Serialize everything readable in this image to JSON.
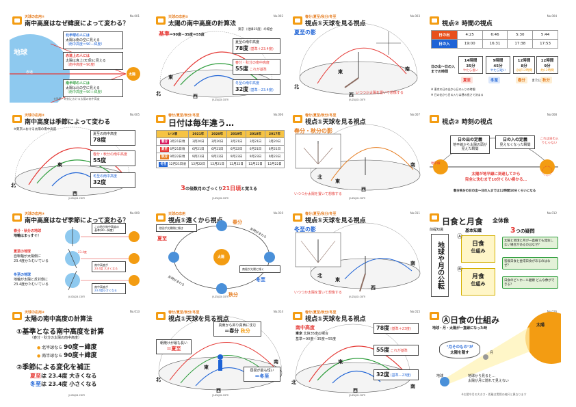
{
  "cards": {
    "c1": {
      "kicker": "天球の応用①",
      "title": "南中高度はなぜ緯度によって変わる？",
      "num": "No.001",
      "foot": "※季節・時刻における太陽の南中高度",
      "earth": "地球",
      "equator": "赤道",
      "sun": "太陽",
      "north": "北半球の人には",
      "north2": "太陽は南の空に見える",
      "north3": "（南中高度＝90－緯度）",
      "eq": "赤道上の人には",
      "eq2": "太陽は真上(天頂)に見える",
      "eq3": "（南中高度＝90度）",
      "south": "南半球の人には",
      "south2": "太陽は北の空に見える",
      "south3": "（南中高度＝90＋緯度）"
    },
    "c2": {
      "kicker": "天球の応用②",
      "title": "太陽の南中高度の計算法",
      "num": "No.002",
      "foot": "yuzupa.com",
      "base": "基準",
      "formula": "＝90度－35度＝55度",
      "loc": "東京（北緯35度）の場合",
      "summer": "夏至の南中高度",
      "summer_v": "78度",
      "summer_n": "(基準＋23.4度)",
      "eqx": "春分・秋分の南中高度",
      "eqx_v": "55度",
      "eqx_n": "これが基準",
      "winter": "冬至の南中高度",
      "winter_v": "32度",
      "winter_n": "(基準－23.4度)",
      "e": "東",
      "w": "西",
      "n": "北"
    },
    "c3": {
      "kicker": "春分/夏至/秋分/冬至",
      "title": "視点①天球を見る視点",
      "num": "No.003",
      "foot": "yuzupa.com",
      "sub": "夏至の影",
      "note": "いつつか太陽を置いて想像する",
      "e": "東",
      "s": "南",
      "n": "北",
      "w": "西"
    },
    "c4": {
      "title": "視点② 時間の視点",
      "num": "No.004",
      "rows": [
        {
          "label": "日の出",
          "vals": [
            "4:25",
            "6:46",
            "5:30",
            "5:44"
          ]
        },
        {
          "label": "日の入",
          "vals": [
            "19:00",
            "16:31",
            "17:38",
            "17:53"
          ]
        }
      ],
      "caption": "日の出～日の入までの時間",
      "cols": [
        {
          "h": "14時間",
          "m": "35分",
          "tag": "やたら長い",
          "name": "夏至"
        },
        {
          "h": "9時間",
          "m": "45分",
          "tag": "やたら短い",
          "name": "冬至"
        },
        {
          "h": "12時間",
          "m": "8分",
          "tag": "ほぼ12時間",
          "name": "春分"
        },
        {
          "h": "12時間",
          "m": "9分",
          "tag": "約12時間",
          "name": "秋分"
        }
      ],
      "note1": "※ 東京の日の出から日の入りの時間",
      "note2": "※ 日の出から日の入りは昼の長さで決まる",
      "join": "または"
    },
    "c5": {
      "kicker": "天球の応用②",
      "title": "南中高度は季節によって変わる",
      "num": "No.005",
      "foot": "yuzupa.com",
      "sub": "※東京における太陽の南中高度",
      "summer": "夏至の南中高度",
      "summer_v": "78度",
      "eqx": "春分・秋分の南中高度",
      "eqx_v": "55度",
      "winter": "冬至の南中高度",
      "winter_v": "32度",
      "e": "東",
      "w": "西",
      "n": "北"
    },
    "c6": {
      "kicker": "春分/夏至/秋分/冬至",
      "title": "日付は毎年違う…",
      "num": "No.006",
      "foot": "yuzupa.com",
      "head": [
        "いつ頃",
        "2021年",
        "2020年",
        "2019年",
        "2018年",
        "2017年"
      ],
      "rows": [
        {
          "name": "春分",
          "vals": [
            "3月21日頃",
            "3月20日",
            "3月20日",
            "3月21日",
            "3月21日",
            "3月20日"
          ]
        },
        {
          "name": "夏至",
          "vals": [
            "6月21日頃",
            "6月21日",
            "6月21日",
            "6月22日",
            "6月21日",
            "6月21日"
          ]
        },
        {
          "name": "秋分",
          "vals": [
            "9月22日頃",
            "9月23日",
            "9月22日",
            "9月23日",
            "9月23日",
            "9月23日"
          ]
        },
        {
          "name": "冬至",
          "vals": [
            "12月21日頃",
            "12月22日",
            "12月21日",
            "12月22日",
            "12月22日",
            "12月22日"
          ]
        }
      ],
      "rule_num": "3",
      "rule": "の倍数月のざっくり",
      "rule_day": "21日頃",
      "rule_end": "と覚える"
    },
    "c7": {
      "kicker": "春分/夏至/秋分/冬至",
      "title": "視点①天球を見る視点",
      "num": "No.007",
      "foot": "yuzupa.com",
      "sub": "春分・秋分の影",
      "note": "いつつか太陽を置いて想像する",
      "e": "東",
      "s": "南",
      "n": "北",
      "w": "西"
    },
    "c8": {
      "title": "視点② 時刻の視点",
      "num": "No.008",
      "sunrise_h": "日の出の定義",
      "sunrise_b": "地平線から太陽の頭が見えた瞬間",
      "sunset_h": "日の入の定義",
      "sunset_b": "見えなくなった瞬間",
      "not": "これは日の入りじゃない",
      "horizon": "地平線",
      "warn": "太陽が地平線に到達してから",
      "warn2": "完全に沈むまで10分くらい掛かる…",
      "foot": "春分秋分の日の出～日の入までは12時間10分くらいになる"
    },
    "c9": {
      "kicker": "天球の応用③",
      "title": "南中高度はなぜ季節によって変わる？",
      "num": "No.009",
      "foot": "yuzupa.com",
      "a": "春分・秋分の地球",
      "a2": "地軸はまっすぐ！",
      "b": "夏至の地球",
      "b2": "自転軸が太陽側に",
      "b3": "23.4度かたむいている",
      "c": "冬至の地球",
      "c2": "地軸が太陽と反対側に",
      "c3": "23.4度かたむいている",
      "d": "この時が南中高度の",
      "d2": "基準(90－緯度)",
      "e": "南中高度が",
      "e2": "23.4度 大きくなる",
      "f": "南中高度が",
      "f2": "23.4度小さくなる",
      "angle": "23.4度"
    },
    "c10": {
      "kicker": "天球の応用",
      "title": "視点①遠くから視点",
      "num": "No.010",
      "foot": "yuzupa.com",
      "spring": "春分",
      "summer": "夏至",
      "autumn": "秋分",
      "winter": "冬至",
      "sun": "太陽",
      "north_note": "北極が太陽側に傾き",
      "north_note2": "南極が太陽に傾く",
      "rot": "反時計まわり",
      "rev": "反時計まわり"
    },
    "c11": {
      "kicker": "春分/夏至/秋分/冬至",
      "title": "視点①天球を見る視点",
      "num": "No.011",
      "foot": "yuzupa.com",
      "sub": "冬至の影",
      "note": "いつつか太陽を置いて想像する",
      "e": "東",
      "s": "南",
      "n": "北",
      "w": "西"
    },
    "c12": {
      "title": "日食と月食",
      "sub": "全体像",
      "num": "No.012",
      "l1": "前提知識",
      "l2": "基本知識",
      "earth_moon": "地球や月の公転",
      "a": "Ⓐ",
      "a_t": "日食",
      "a_s": "仕組み",
      "b": "Ⓑ",
      "b_t": "月食",
      "b_s": "仕組み",
      "q": "3",
      "q_t": "つの疑問",
      "q1": "太陽と地球と月が一直線でも発生しない場合があるのはなぜ？",
      "q2": "皆既日食と金環日食があるのはなぜ？",
      "q3": "日食のピンホール観察 どんな像ができる？"
    },
    "c13": {
      "kicker": "天球の応用④",
      "title": "太陽の南中高度の計算法",
      "num": "No.013",
      "foot": "yuzupa.com",
      "s1": "①基準となる南中高度を計算",
      "s1b": "（春分・秋分の太陽の南中高度）",
      "nh": "北半球なら",
      "nh_v": "90度－緯度",
      "sh": "南半球なら",
      "sh_v": "90度＋緯度",
      "s2": "②季節による変化を補正",
      "summer": "夏至",
      "summer_v": "は 23.4度 大きくなる",
      "winter": "冬至",
      "winter_v": "は 23.4度 小さくなる"
    },
    "c14": {
      "kicker": "春分/夏至/秋分/冬至",
      "title": "視点①天球を見る視点",
      "num": "No.014",
      "foot": "yuzupa.com",
      "top": "真東から昇り真西に沈む",
      "top2": "＝春分",
      "top3": "秋分",
      "left": "朝焼けが最も長い",
      "left2": "＝夏至",
      "right": "昼間が最も短い",
      "right2": "＝冬至",
      "e": "東",
      "w": "西",
      "s": "南",
      "n": "北"
    },
    "c15": {
      "kicker": "春分/夏至/秋分/冬至",
      "title": "視点①天球を見る視点",
      "num": "No.015",
      "foot": "yuzupa.com",
      "sub": "南中高度",
      "loc": "東京",
      "loc2": "北緯35度の場合",
      "formula": "基準＝90度－35度＝55度",
      "summer_v": "78度",
      "summer_n": "(基準＋23度)",
      "eqx_v": "55度",
      "eqx_n": "これが基準",
      "winter_v": "32度",
      "winter_n": "(基準－23度)",
      "e": "東",
      "w": "西",
      "s": "南",
      "n": "北"
    },
    "c16": {
      "title": "Ⓐ日食の仕組み",
      "num": "No.016",
      "sub": "地球・月・太陽が一直線になった時",
      "quote": "\"月そのもの\"が",
      "quote2": "太陽を隠す",
      "sun": "太陽",
      "moon": "月",
      "earth": "地球",
      "note": "地球から見ると…",
      "note2": "太陽が月に隠れて見えない",
      "foot": "※太陽や月の大きさ・距離は実際の縮尺と異なります"
    }
  }
}
